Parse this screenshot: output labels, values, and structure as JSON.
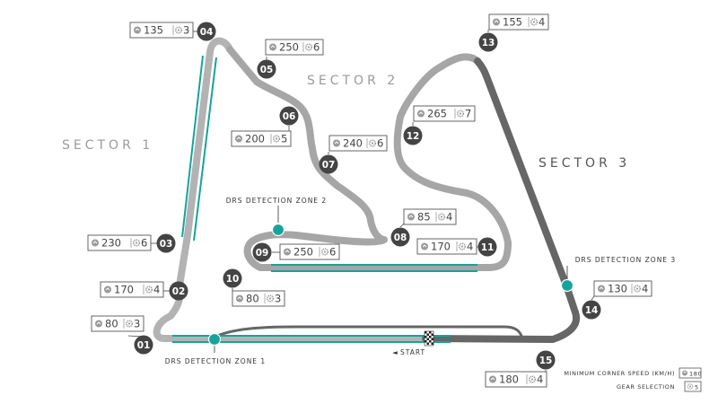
{
  "sectors": [
    {
      "label": "SECTOR 1"
    },
    {
      "label": "SECTOR 2"
    },
    {
      "label": "SECTOR 3"
    }
  ],
  "drs_zones": [
    {
      "label": "DRS DETECTION ZONE 1"
    },
    {
      "label": "DRS DETECTION ZONE 2"
    },
    {
      "label": "DRS DETECTION ZONE 3"
    }
  ],
  "start": {
    "label": "START",
    "arrow": "◄"
  },
  "corners": [
    {
      "number": "01",
      "speed": "80",
      "gear": "3"
    },
    {
      "number": "02",
      "speed": "170",
      "gear": "4"
    },
    {
      "number": "03",
      "speed": "230",
      "gear": "6"
    },
    {
      "number": "04",
      "speed": "135",
      "gear": "3"
    },
    {
      "number": "05",
      "speed": "250",
      "gear": "6"
    },
    {
      "number": "06",
      "speed": "200",
      "gear": "5"
    },
    {
      "number": "07",
      "speed": "240",
      "gear": "6"
    },
    {
      "number": "08",
      "speed": "85",
      "gear": "4"
    },
    {
      "number": "09",
      "speed": "250",
      "gear": "6"
    },
    {
      "number": "10",
      "speed": "80",
      "gear": "3"
    },
    {
      "number": "11",
      "speed": "170",
      "gear": "4"
    },
    {
      "number": "12",
      "speed": "265",
      "gear": "7"
    },
    {
      "number": "13",
      "speed": "155",
      "gear": "4"
    },
    {
      "number": "14",
      "speed": "130",
      "gear": "4"
    },
    {
      "number": "15",
      "speed": "180",
      "gear": "4"
    }
  ],
  "legend": {
    "speed_label": "MINIMUM CORNER SPEED (KM/H)",
    "speed_example": "180",
    "gear_label": "GEAR SELECTION",
    "gear_example": "5"
  },
  "colors": {
    "sector1": "#b3b3b3",
    "sector2": "#a6a6a6",
    "sector3": "#666666",
    "drs": "#16a39c",
    "badge": "#444444",
    "sector_text": "#9a9a9a",
    "sector3_text": "#555555"
  },
  "icons": {
    "speed": "speedometer-icon",
    "gear": "gear-icon",
    "start": "checkered-flag-icon"
  }
}
